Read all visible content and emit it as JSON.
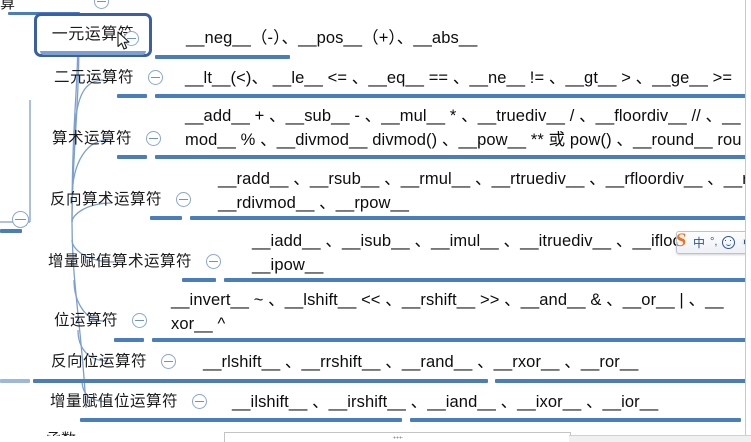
{
  "app": {
    "type": "mindmap-outline",
    "accent_blue": "#4a7ebb",
    "selected_border": "#3a5fa8",
    "collapse_icon": "minus-circle"
  },
  "cropped_top_node": {
    "label": "算"
  },
  "cropped_bottom_node": {
    "label": "函数"
  },
  "branches": [
    {
      "id": "unary",
      "label": "一元运算符",
      "selected": true,
      "collapse": "⊖",
      "detail_lines": [
        "__neg__（-）、__pos__（+）、__abs__"
      ]
    },
    {
      "id": "binary",
      "label": "二元运算符",
      "selected": false,
      "collapse": "⊖",
      "detail_lines": [
        "__lt__(<)、 __le__ <= 、__eq__ == 、__ne__ != 、__gt__ > 、__ge__ >="
      ]
    },
    {
      "id": "arithmetic",
      "label": "算术运算符",
      "selected": false,
      "collapse": "⊖",
      "detail_lines": [
        "__add__ + 、__sub__ - 、__mul__ * 、__truediv__ / 、__floordiv__ // 、__",
        "mod__ % 、__divmod__ divmod() 、__pow__ ** 或 pow() 、__round__ rou"
      ]
    },
    {
      "id": "reverse-arithmetic",
      "label": "反向算术运算符",
      "selected": false,
      "collapse": "⊖",
      "detail_lines": [
        "__radd__ 、__rsub__ 、__rmul__ 、__rtruediv__ 、__rfloordiv__ 、__rm",
        "__rdivmod__ 、__rpow__"
      ]
    },
    {
      "id": "augmented-arithmetic",
      "label": "增量赋值算术运算符",
      "selected": false,
      "collapse": "⊖",
      "detail_lines": [
        "__iadd__ 、__isub__ 、__imul__ 、__itruediv__ 、__ifloordi",
        "__ipow__"
      ]
    },
    {
      "id": "bitwise",
      "label": "位运算符",
      "selected": false,
      "collapse": "⊖",
      "detail_lines": [
        "__invert__ ~ 、__lshift__ << 、__rshift__ >> 、__and__ & 、__or__ | 、__",
        "xor__ ^"
      ]
    },
    {
      "id": "reverse-bitwise",
      "label": "反向位运算符",
      "selected": false,
      "collapse": "⊖",
      "detail_lines": [
        "__rlshift__ 、__rrshift__ 、__rand__ 、__rxor__ 、__ror__"
      ]
    },
    {
      "id": "augmented-bitwise",
      "label": "增量赋值位运算符",
      "selected": false,
      "collapse": "⊖",
      "detail_lines": [
        "__ilshift__ 、__irshift__ 、__iand__ 、__ixor__ 、__ior__"
      ]
    }
  ],
  "root": {
    "collapse": "⊖"
  },
  "ime": {
    "name": "Sogou",
    "logo": "S",
    "mode": "中",
    "punctuation": "°,",
    "emoji": "smiley-icon",
    "extra": "◑"
  }
}
